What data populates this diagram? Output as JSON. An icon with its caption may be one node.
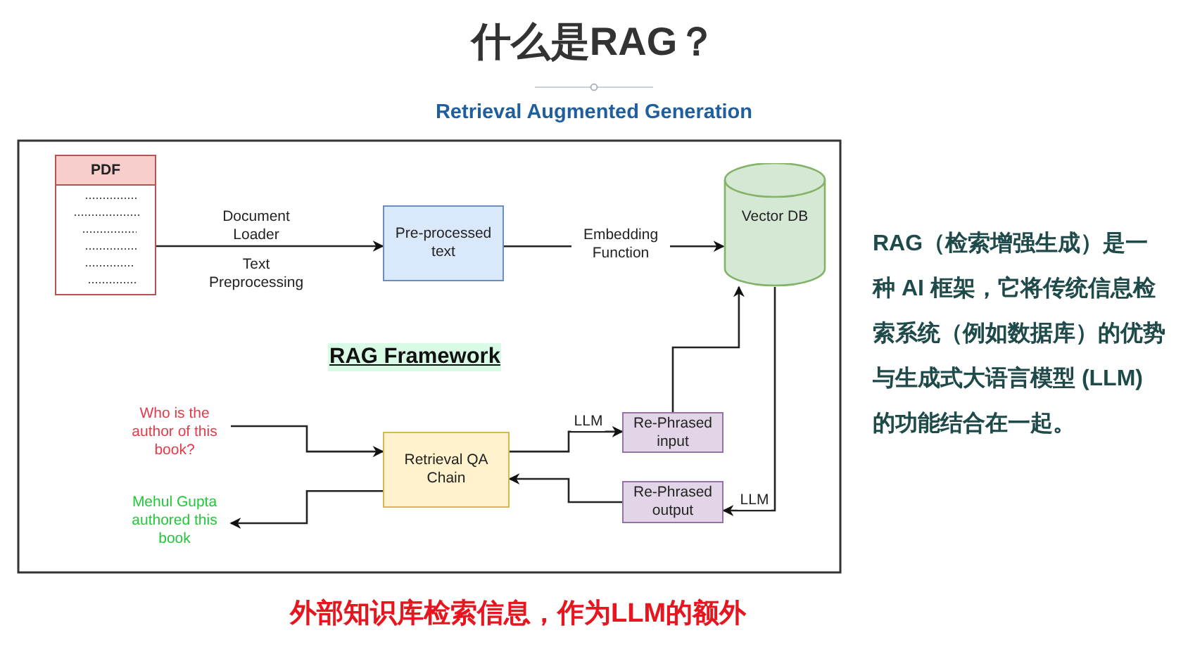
{
  "diagram": {
    "title": "什么是RAG？",
    "nodes": [
      {
        "text": [
          "PDF"
        ]
      },
      {
        "text": [
          "Pre-processed text"
        ]
      },
      {
        "text": [
          "Vector DB"
        ]
      },
      {
        "text": [
          "Who is the author of this book?"
        ]
      },
      {
        "text": [
          "Retrieval QA Chain"
        ]
      },
      {
        "text": [
          "Mehul Gupta authored this book"
        ]
      },
      {
        "text": [
          "Re-Phrased input"
        ]
      },
      {
        "text": [
          "Re-Phrased output"
        ]
      }
    ],
    "edges": [
      {
        "from": 0,
        "to": 1,
        "arrow": "to",
        "label": "Document Loader"
      },
      {
        "from": 1,
        "to": 2,
        "arrow": "to",
        "label": "Embedding Function"
      },
      {
        "from": 3,
        "to": 4,
        "arrow": "to"
      },
      {
        "from": 4,
        "to": 6,
        "arrow": "to",
        "label": "LLM"
      },
      {
        "from": 6,
        "to": 2,
        "arrow": "to"
      },
      {
        "from": 2,
        "to": 7,
        "arrow": "to",
        "label": "LLM"
      },
      {
        "from": 7,
        "to": 4,
        "arrow": "to"
      },
      {
        "from": 4,
        "to": 5,
        "arrow": "to"
      }
    ],
    "labels": [
      "Retrieval Augmented Generation",
      "Text Preprocessing",
      "RAG Framework",
      "RAG（检索增强生成）是一种 AI 框架，它将传统信息检索系统（例如数据库）的优势与生成式大语言模型 (LLM) 的功能结合在一起。",
      "外部知识库检索信息，作为LLM的额外"
    ]
  }
}
